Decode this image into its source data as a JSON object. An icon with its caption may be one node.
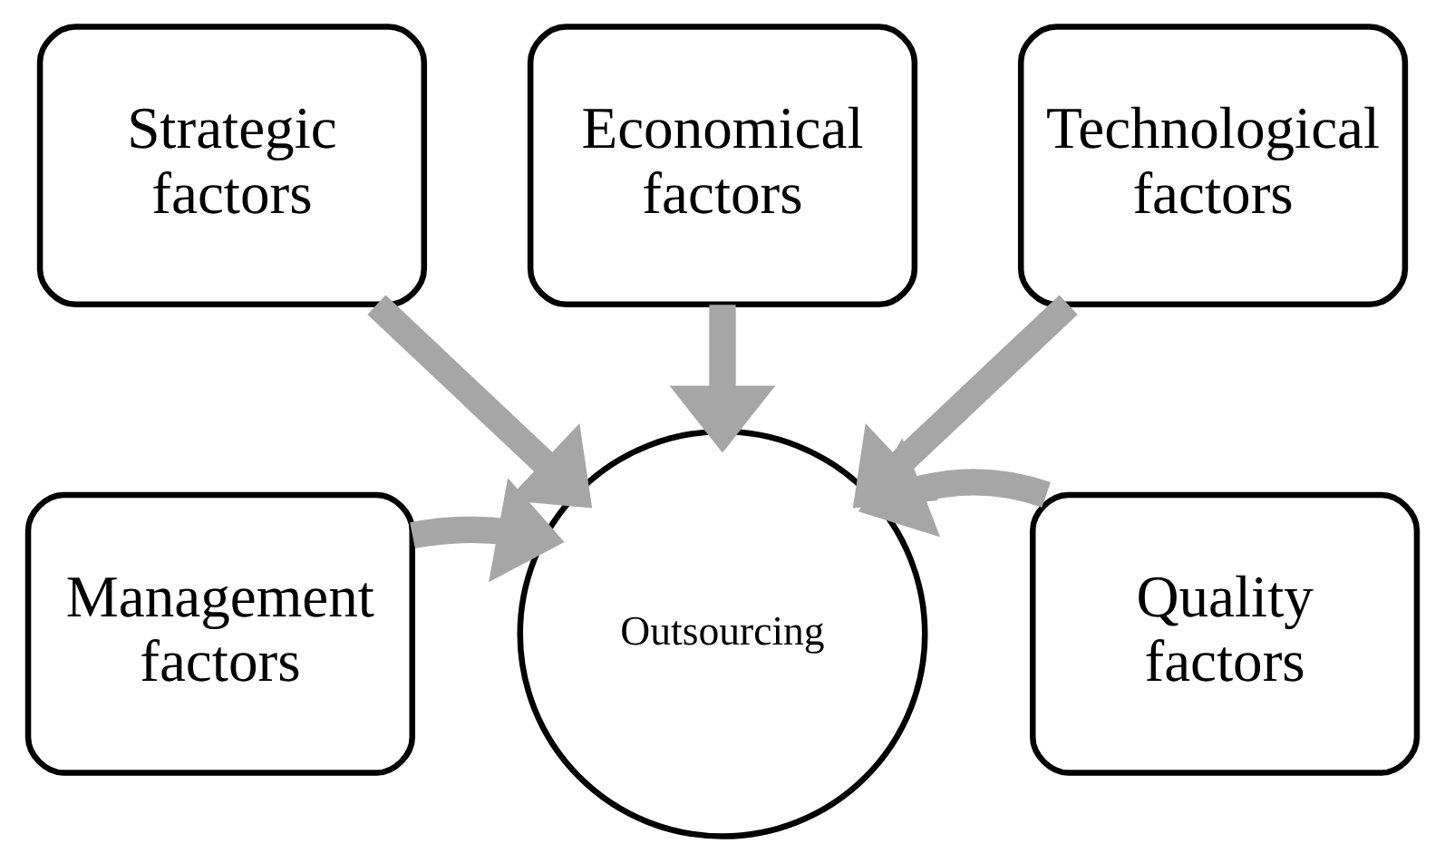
{
  "diagram": {
    "nodes": [
      {
        "text": [
          "Strategic factors"
        ]
      },
      {
        "text": [
          "Economical factors"
        ]
      },
      {
        "text": [
          "Technological factors"
        ]
      },
      {
        "text": [
          "Management factors"
        ]
      },
      {
        "text": [
          "Outsourcing"
        ]
      },
      {
        "text": [
          "Quality factors"
        ]
      }
    ],
    "edges": [
      {
        "from": 0,
        "to": 4,
        "arrow": "to"
      },
      {
        "from": 1,
        "to": 4,
        "arrow": "to"
      },
      {
        "from": 2,
        "to": 4,
        "arrow": "to"
      },
      {
        "from": 3,
        "to": 4,
        "arrow": "to"
      },
      {
        "from": 5,
        "to": 4,
        "arrow": "to"
      }
    ]
  }
}
